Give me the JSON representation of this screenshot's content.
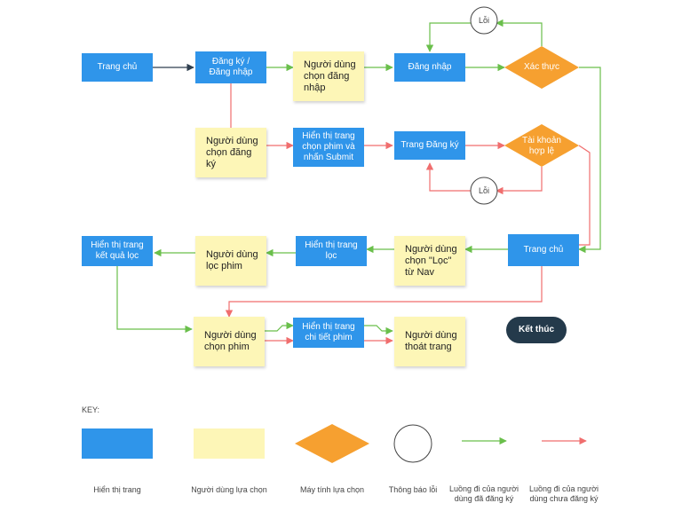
{
  "nodes": {
    "trang_chu_1": "Trang chủ",
    "dang_ky_dang_nhap": "Đăng ký /\nĐăng nhập",
    "user_chon_dang_nhap": "Người dùng\nchọn đăng\nnhập",
    "dang_nhap": "Đăng nhập",
    "xac_thuc": "Xác thực",
    "loi_1": "Lỗi",
    "user_chon_dang_ky": "Người dùng\nchọn đăng\nký",
    "hien_thi_chon_phim": "Hiển thị trang\nchọn phim và\nnhấn Submit",
    "trang_dang_ky": "Trang Đăng ký",
    "tai_khoan_hop_le": "Tài khoản\nhợp lệ",
    "loi_2": "Lỗi",
    "hien_thi_ket_qua_loc": "Hiển thị trang\nkết quả lọc",
    "user_loc_phim": "Người dùng\nlọc phim",
    "hien_thi_trang_loc": "Hiển thị trang\nlọc",
    "user_chon_loc": "Người dùng\nchọn \"Lọc\"\ntừ Nav",
    "trang_chu_2": "Trang chủ",
    "user_chon_phim": "Người dùng\nchọn phim",
    "hien_thi_chi_tiet_phim": "Hiển thị trang\nchi tiết phim",
    "user_thoat_trang": "Người dùng\nthoát trang",
    "ket_thuc": "Kết thúc"
  },
  "key": {
    "title": "KEY:",
    "items": [
      "Hiển thị trang",
      "Người dùng lựa chọn",
      "Máy tính lựa chọn",
      "Thông báo lỗi",
      "Luồng đi của người\ndùng đã đăng ký",
      "Luồng đi của người\ndùng chưa đăng ký"
    ]
  },
  "colors": {
    "page_box": "#2f95ea",
    "user_note": "#fdf6b7",
    "decision": "#f6a030",
    "end_pill": "#243a4b",
    "registered_flow": "#6abf4b",
    "unregistered_flow": "#f06e6e",
    "neutral_flow": "#2f3f4f"
  }
}
